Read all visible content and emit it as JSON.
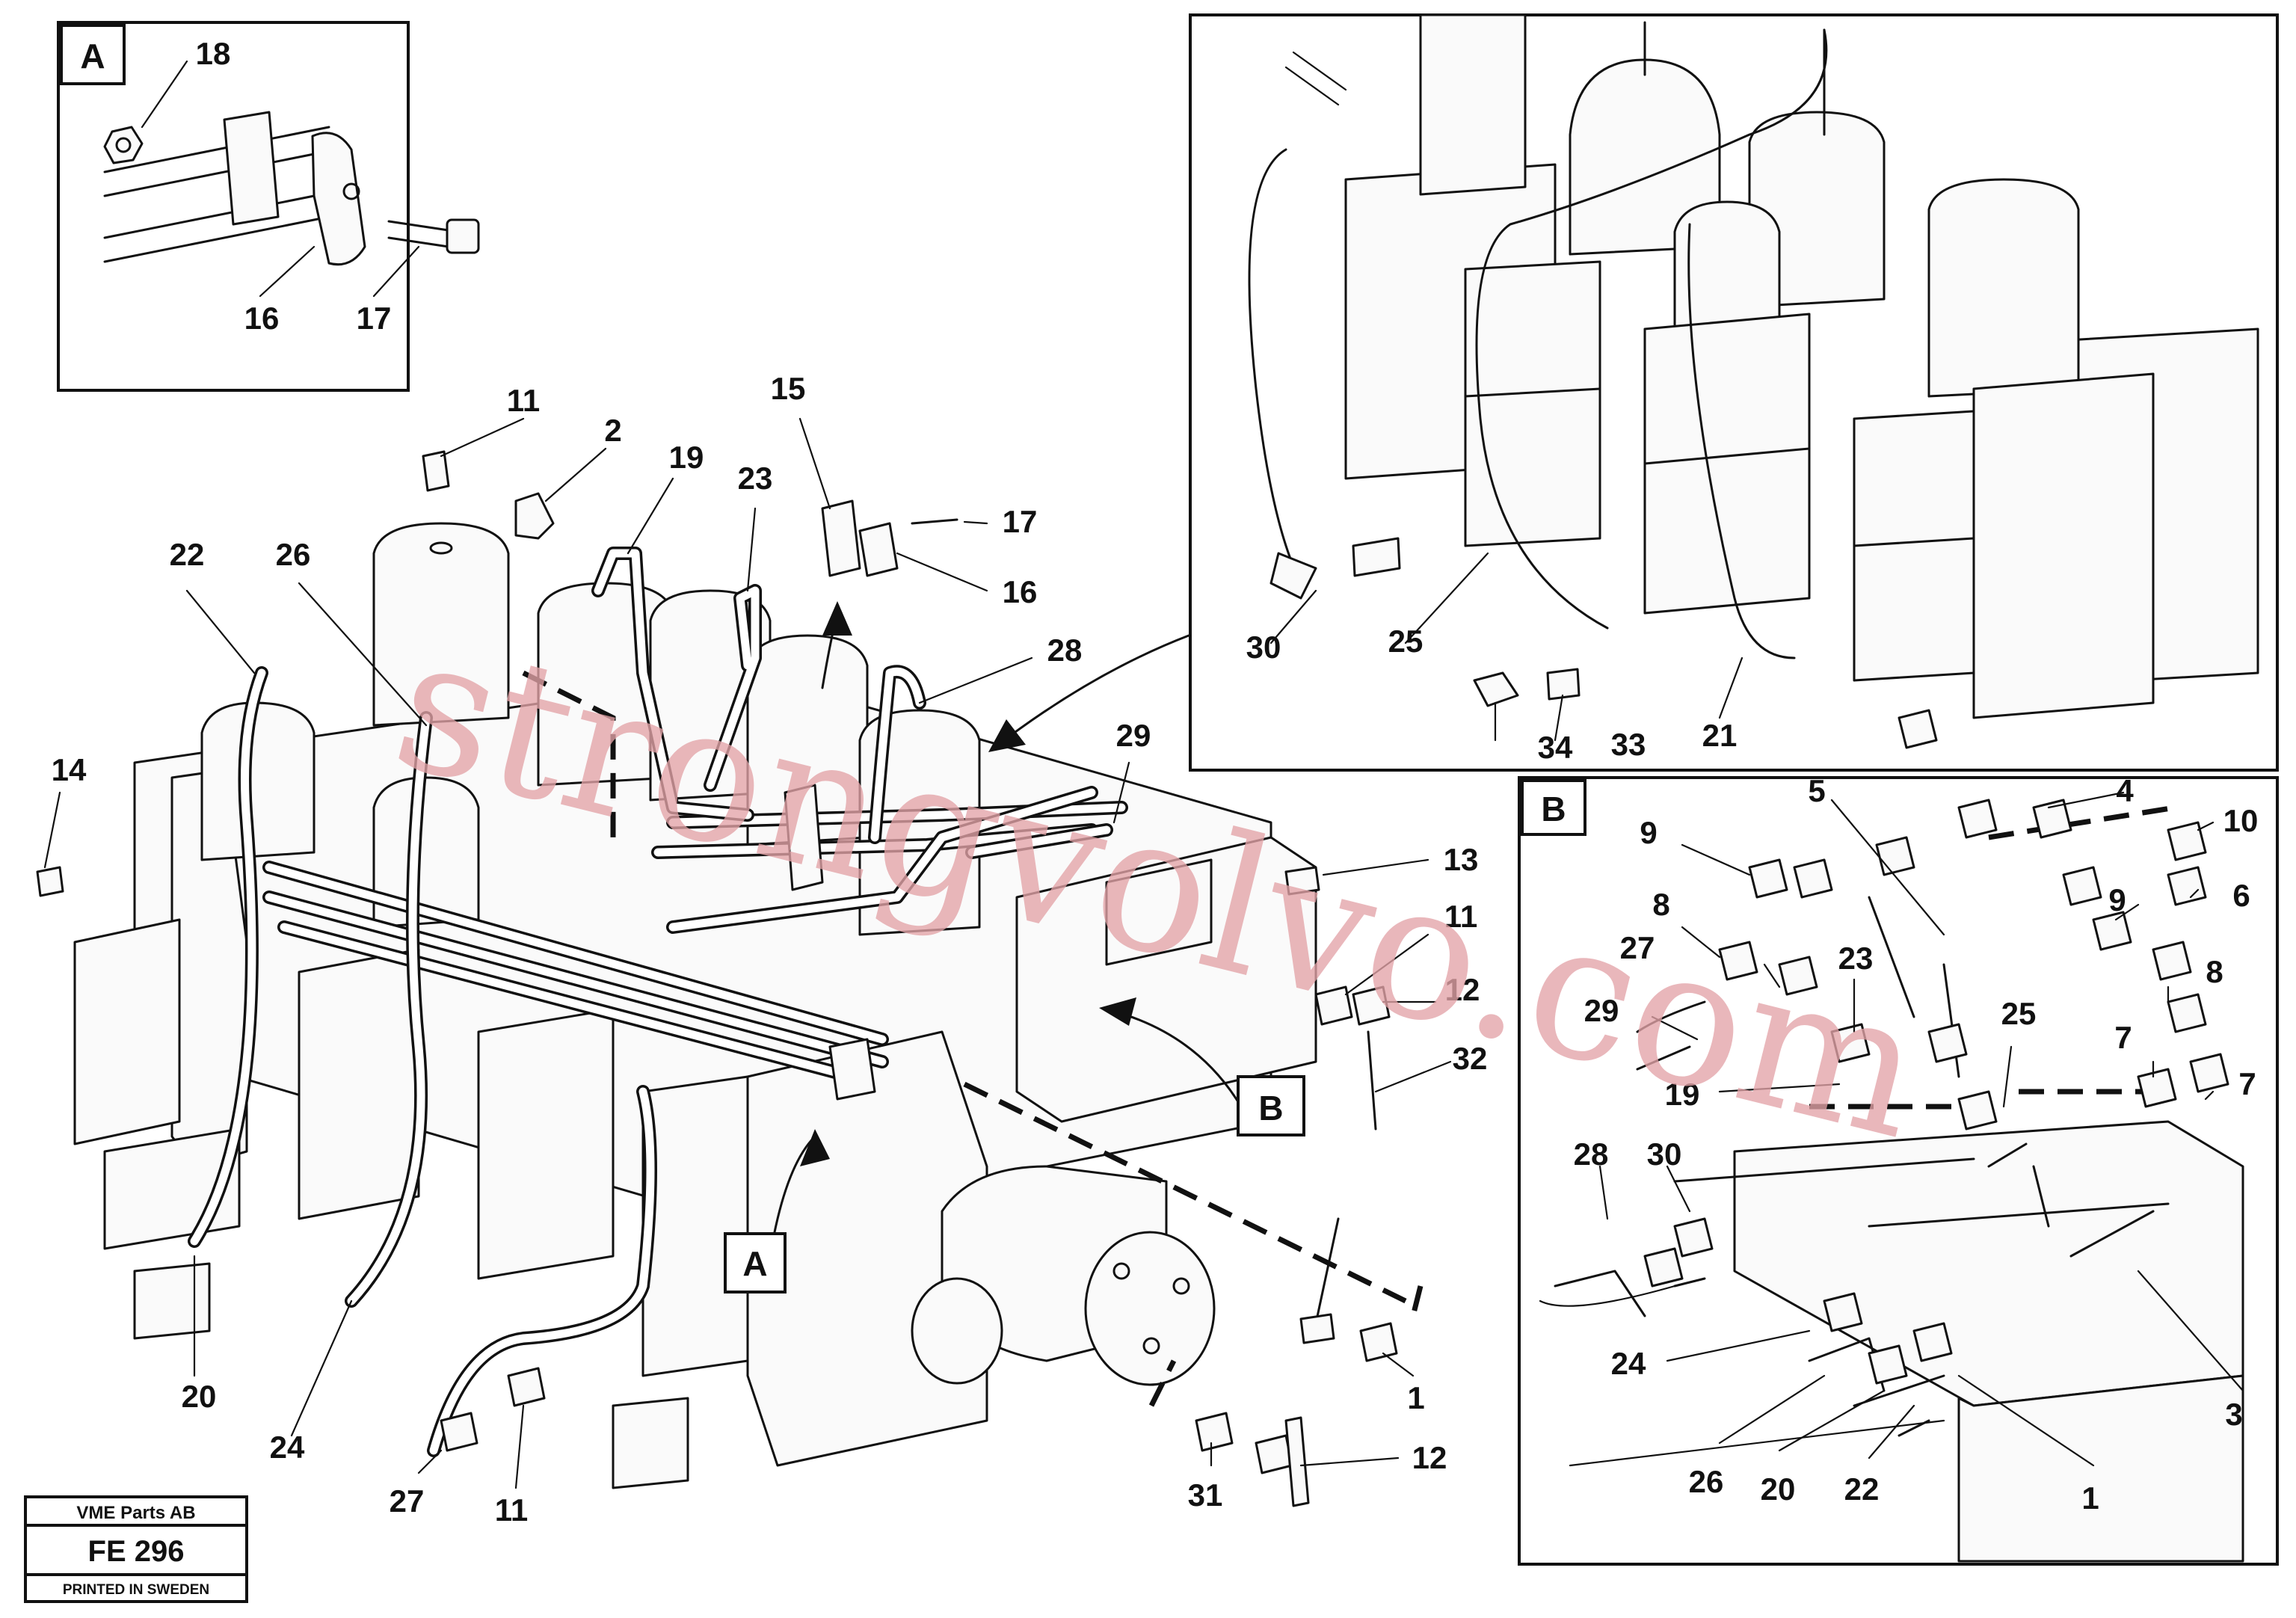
{
  "insets": {
    "a": {
      "letter": "A",
      "callouts": [
        "18",
        "16",
        "17"
      ]
    },
    "detail": {
      "callouts": [
        "30",
        "25",
        "21",
        "34",
        "33"
      ]
    },
    "b": {
      "letter": "B",
      "callouts": [
        "9",
        "5",
        "4",
        "10",
        "8",
        "6",
        "27",
        "23",
        "9",
        "29",
        "25",
        "8",
        "7",
        "19",
        "7",
        "28",
        "30",
        "3",
        "24",
        "26",
        "20",
        "22",
        "1"
      ]
    }
  },
  "main": {
    "callouts": [
      "11",
      "2",
      "19",
      "23",
      "15",
      "17",
      "16",
      "22",
      "26",
      "28",
      "14",
      "29",
      "13",
      "11",
      "12",
      "32",
      "1",
      "12",
      "31",
      "20",
      "24",
      "27",
      "11"
    ],
    "marker_a": "A",
    "marker_b": "B"
  },
  "title_block": {
    "company": "VME Parts AB",
    "drawing_number": "FE 296",
    "printed_in": "PRINTED IN SWEDEN"
  },
  "watermark": "strongvolvo.com"
}
